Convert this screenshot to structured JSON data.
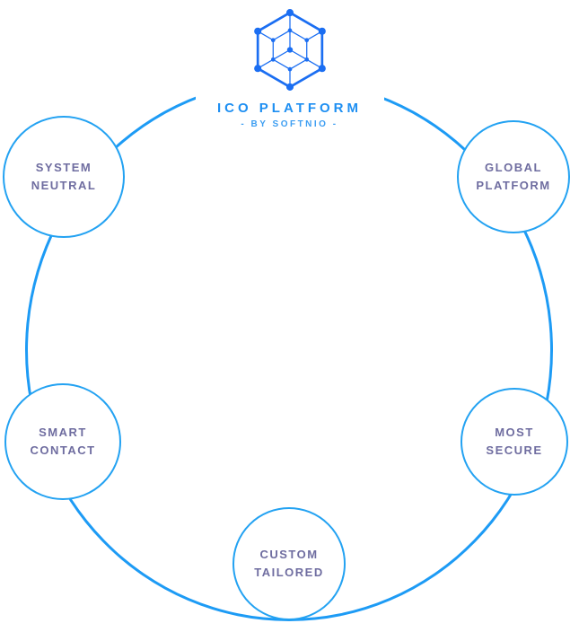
{
  "diagram": {
    "title": "ICO PLATFORM",
    "subtitle": "- BY SOFTNIO -",
    "logo_icon": "hexagon-network-icon",
    "nodes": [
      {
        "id": "system-neutral",
        "label_line1": "SYSTEM",
        "label_line2": "NEUTRAL",
        "position": "top-left"
      },
      {
        "id": "global-platform",
        "label_line1": "GLOBAL",
        "label_line2": "PLATFORM",
        "position": "top-right"
      },
      {
        "id": "smart-contact",
        "label_line1": "SMART",
        "label_line2": "CONTACT",
        "position": "bottom-left"
      },
      {
        "id": "most-secure",
        "label_line1": "MOST",
        "label_line2": "SECURE",
        "position": "bottom-right"
      },
      {
        "id": "custom-tailored",
        "label_line1": "CUSTOM",
        "label_line2": "TAILORED",
        "position": "bottom-center"
      }
    ],
    "colors": {
      "circle_stroke": "#1d9bf5",
      "node_stroke": "#23a2f2",
      "label_text": "#6f6da0",
      "title_text": "#1e8ff2",
      "subtitle_text": "#3d9ef2",
      "logo_blue": "#1b6ef2",
      "background": "#ffffff"
    }
  }
}
